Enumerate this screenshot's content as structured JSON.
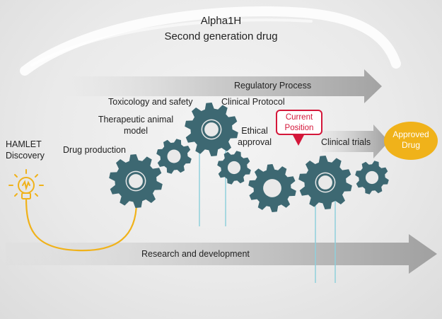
{
  "title": {
    "line1": "Alpha1H",
    "line2": "Second generation drug"
  },
  "arrows": {
    "regulatory": "Regulatory Process",
    "clinical_trials": "Clinical trials",
    "research": "Research and development"
  },
  "stages": {
    "hamlet_line1": "HAMLET",
    "hamlet_line2": "Discovery",
    "drug_production": "Drug  production",
    "therapeutic_line1": "Therapeutic animal",
    "therapeutic_line2": "model",
    "toxicology": "Toxicology and safety",
    "clinical_protocol": "Clinical Protocol",
    "ethical_line1": "Ethical",
    "ethical_line2": "approval"
  },
  "callout": {
    "line1": "Current",
    "line2": "Position"
  },
  "approved": {
    "line1": "Approved",
    "line2": "Drug"
  },
  "colors": {
    "gear": "#3d6872",
    "arrow": "#a6a6a6",
    "callout": "#d4173a",
    "approved": "#f0b21a",
    "bulb": "#f0b21a",
    "connector_line": "#8fd0dc"
  },
  "icons": [
    "gear-icon",
    "light-bulb-icon",
    "arrow-icon",
    "map-pin-callout-icon"
  ]
}
